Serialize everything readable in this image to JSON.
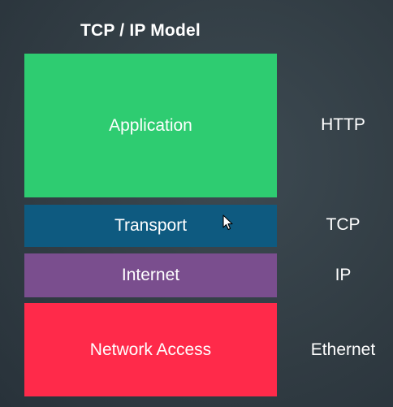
{
  "title": "TCP / IP Model",
  "layers": [
    {
      "label": "Application",
      "color": "#2ecc71",
      "protocol": "HTTP"
    },
    {
      "label": "Transport",
      "color": "#0e5a80",
      "protocol": "TCP"
    },
    {
      "label": "Internet",
      "color": "#7a4e8e",
      "protocol": "IP"
    },
    {
      "label": "Network Access",
      "color": "#ff2a4a",
      "protocol": "Ethernet"
    }
  ],
  "background_color": "#323d44",
  "cursor_icon": "mouse-pointer-icon"
}
